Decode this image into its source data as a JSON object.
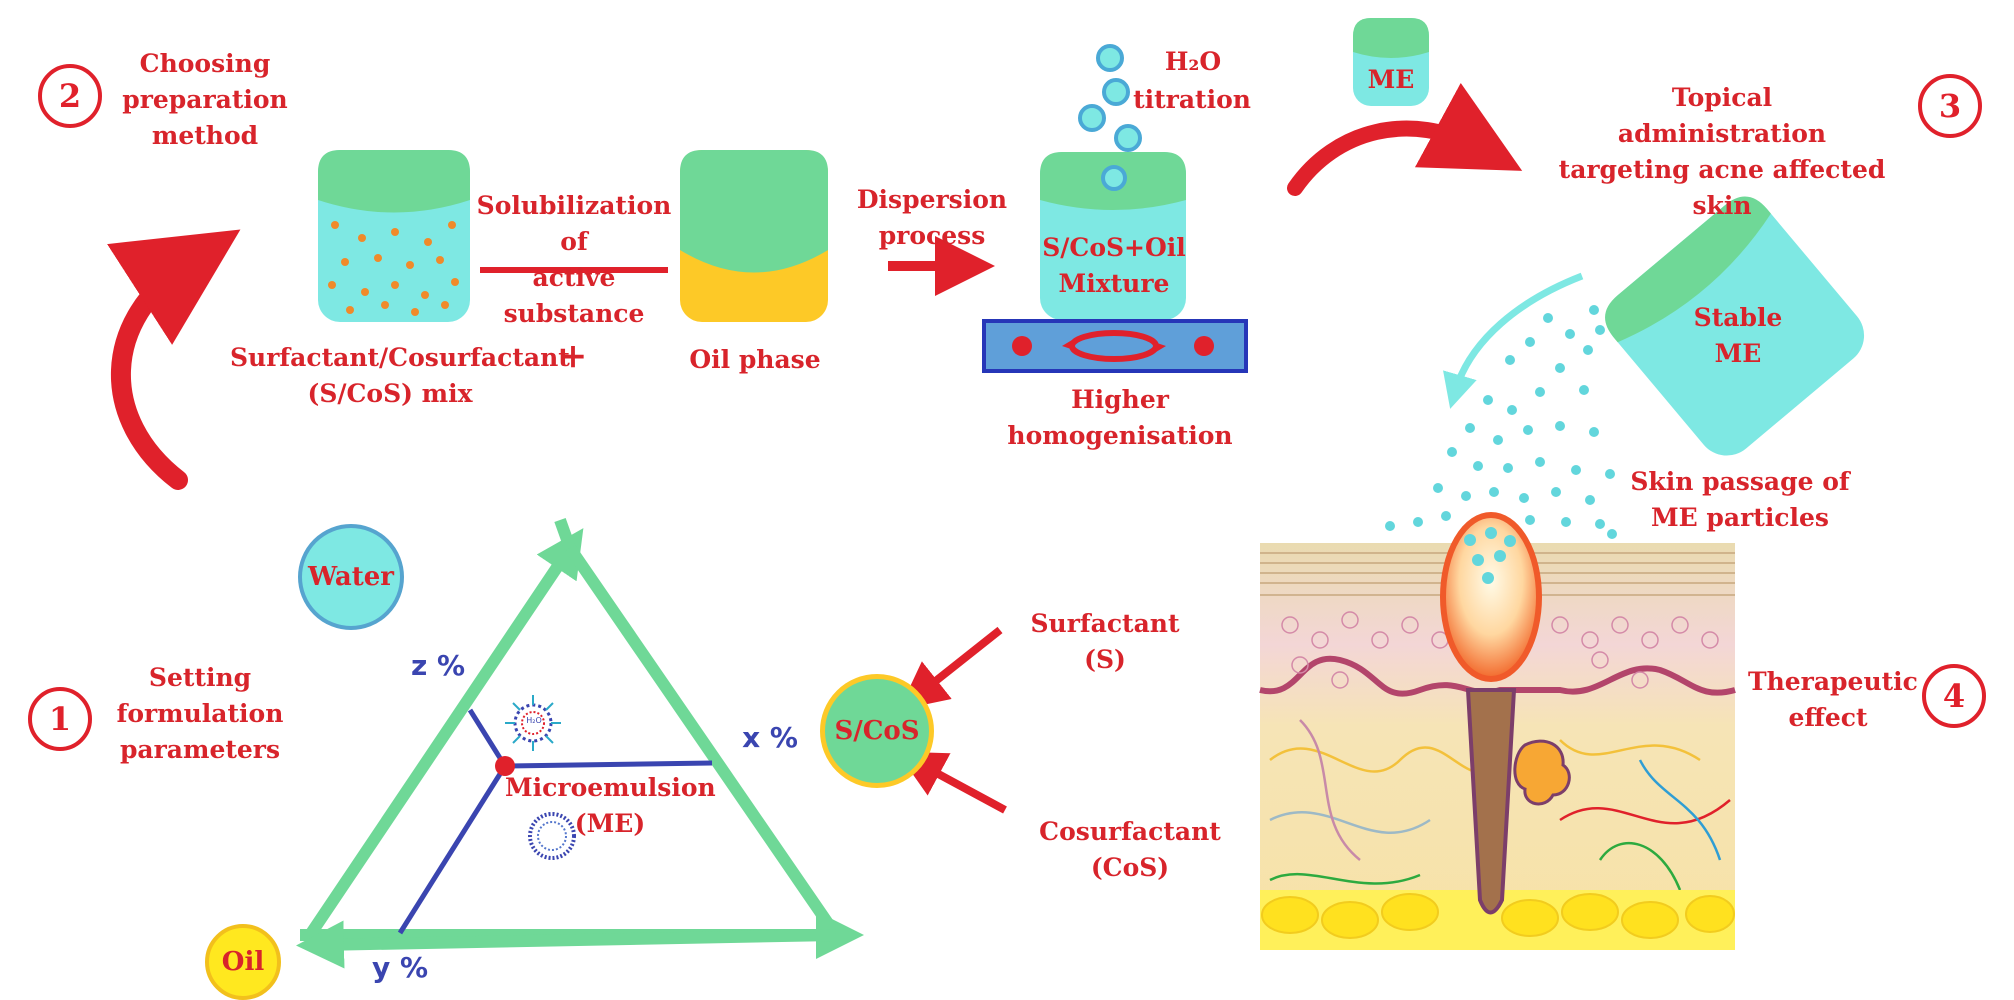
{
  "steps": {
    "s1": {
      "num": "1",
      "text": "Setting\nformulation\nparameters"
    },
    "s2": {
      "num": "2",
      "text": "Choosing\npreparation\nmethod"
    },
    "s3": {
      "num": "3",
      "text": "Topical\nadministration\ntargeting acne affected skin"
    },
    "s4": {
      "num": "4",
      "text": "Therapeutic\neffect"
    }
  },
  "ternary": {
    "water": "Water",
    "oil": "Oil",
    "scos": "S/CoS",
    "x": "x %",
    "y": "y %",
    "z": "z %",
    "me_label": "Microemulsion\n(ME)",
    "h2o_mark": "H₂O"
  },
  "components": {
    "surfactant": "Surfactant (S)",
    "cosurfactant": "Cosurfactant (CoS)"
  },
  "prep": {
    "mix_label": "Surfactant/Cosurfactant\n(S/CoS) mix",
    "plus": "+",
    "oil_phase": "Oil phase",
    "solubilization": "Solubilization of\nactive substance",
    "dispersion": "Dispersion\nprocess",
    "h2o": "H₂O",
    "titration": "titration",
    "mixture": "S/CoS+Oil\nMixture",
    "homogenisation": "Higher\nhomogenisation"
  },
  "admin": {
    "me": "ME",
    "stable_me": "Stable\nME",
    "skin_passage": "Skin passage of\nME particles"
  },
  "colors": {
    "accent_red": "#e0212b",
    "label_red": "#d8242b",
    "green": "#6fd897",
    "cyan": "#7ee8e3",
    "oil_yellow": "#fdc927",
    "blue": "#3a45b0"
  }
}
